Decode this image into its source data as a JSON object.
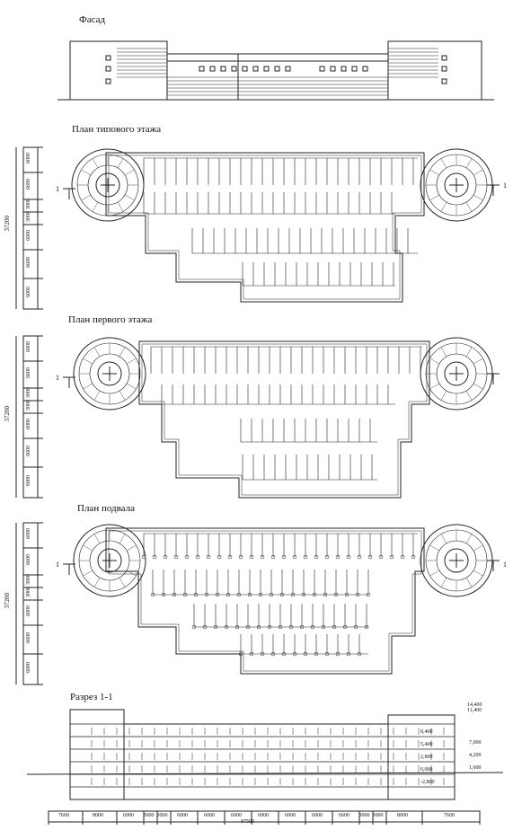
{
  "titles": {
    "facade": "Фасад",
    "typical_floor": "План типового этажа",
    "first_floor": "План первого этажа",
    "basement": "План подвала",
    "section": "Разрез 1-1"
  },
  "plan_dims": {
    "typical_floor": [
      "6000",
      "6600",
      "3000",
      "3000",
      "6000",
      "6600",
      "6000"
    ],
    "first_floor": [
      "6000",
      "6600",
      "3000",
      "3000",
      "6000",
      "6600",
      "6000"
    ],
    "basement": [
      "6000",
      "6600",
      "3000",
      "3000",
      "6000",
      "6600",
      "6000"
    ],
    "total": "37200"
  },
  "section_marks": {
    "left": "1",
    "right": "1"
  },
  "section_levels_right": [
    "14,400",
    "11,400",
    "7,000",
    "4,200",
    "1,600"
  ],
  "section_levels_inner": [
    "8,400",
    "5,400",
    "2,800",
    "0,000",
    "-2,800"
  ],
  "section_dims": [
    "7600",
    "8000",
    "6000",
    "3000",
    "3000",
    "6000",
    "6000",
    "6000",
    "6000",
    "6000",
    "6000",
    "6600",
    "3000",
    "3000",
    "8000",
    "7600"
  ],
  "section_total": "97500"
}
